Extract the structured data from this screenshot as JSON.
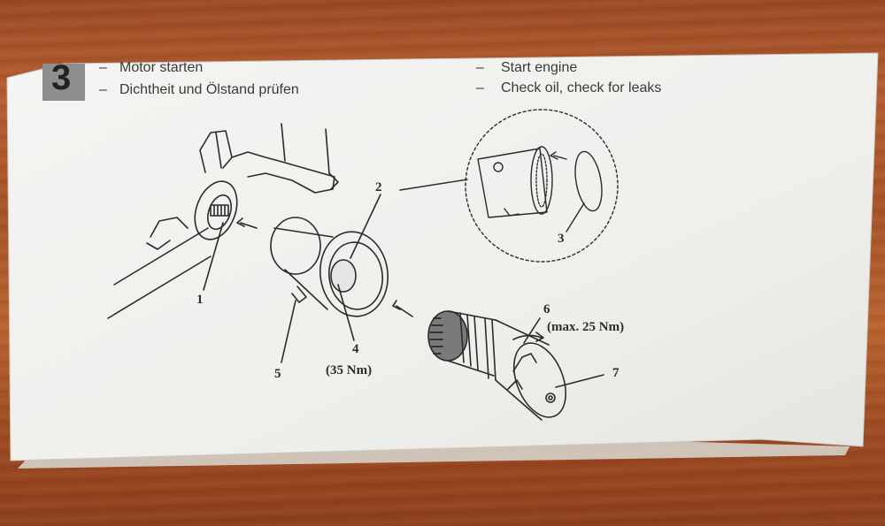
{
  "step": {
    "number": "3"
  },
  "instructions": {
    "german": [
      {
        "dash": "–",
        "text": "Motor starten"
      },
      {
        "dash": "–",
        "text": "Dichtheit und Ölstand prüfen"
      }
    ],
    "english": [
      {
        "dash": "–",
        "text": "Start engine"
      },
      {
        "dash": "–",
        "text": "Check oil, check for leaks"
      }
    ]
  },
  "callouts": {
    "c1": "1",
    "c2": "2",
    "c3": "3",
    "c4": "4",
    "c4_torque": "(35 Nm)",
    "c5": "5",
    "c6": "6",
    "c6_torque": "(max. 25 Nm)",
    "c7": "7"
  }
}
